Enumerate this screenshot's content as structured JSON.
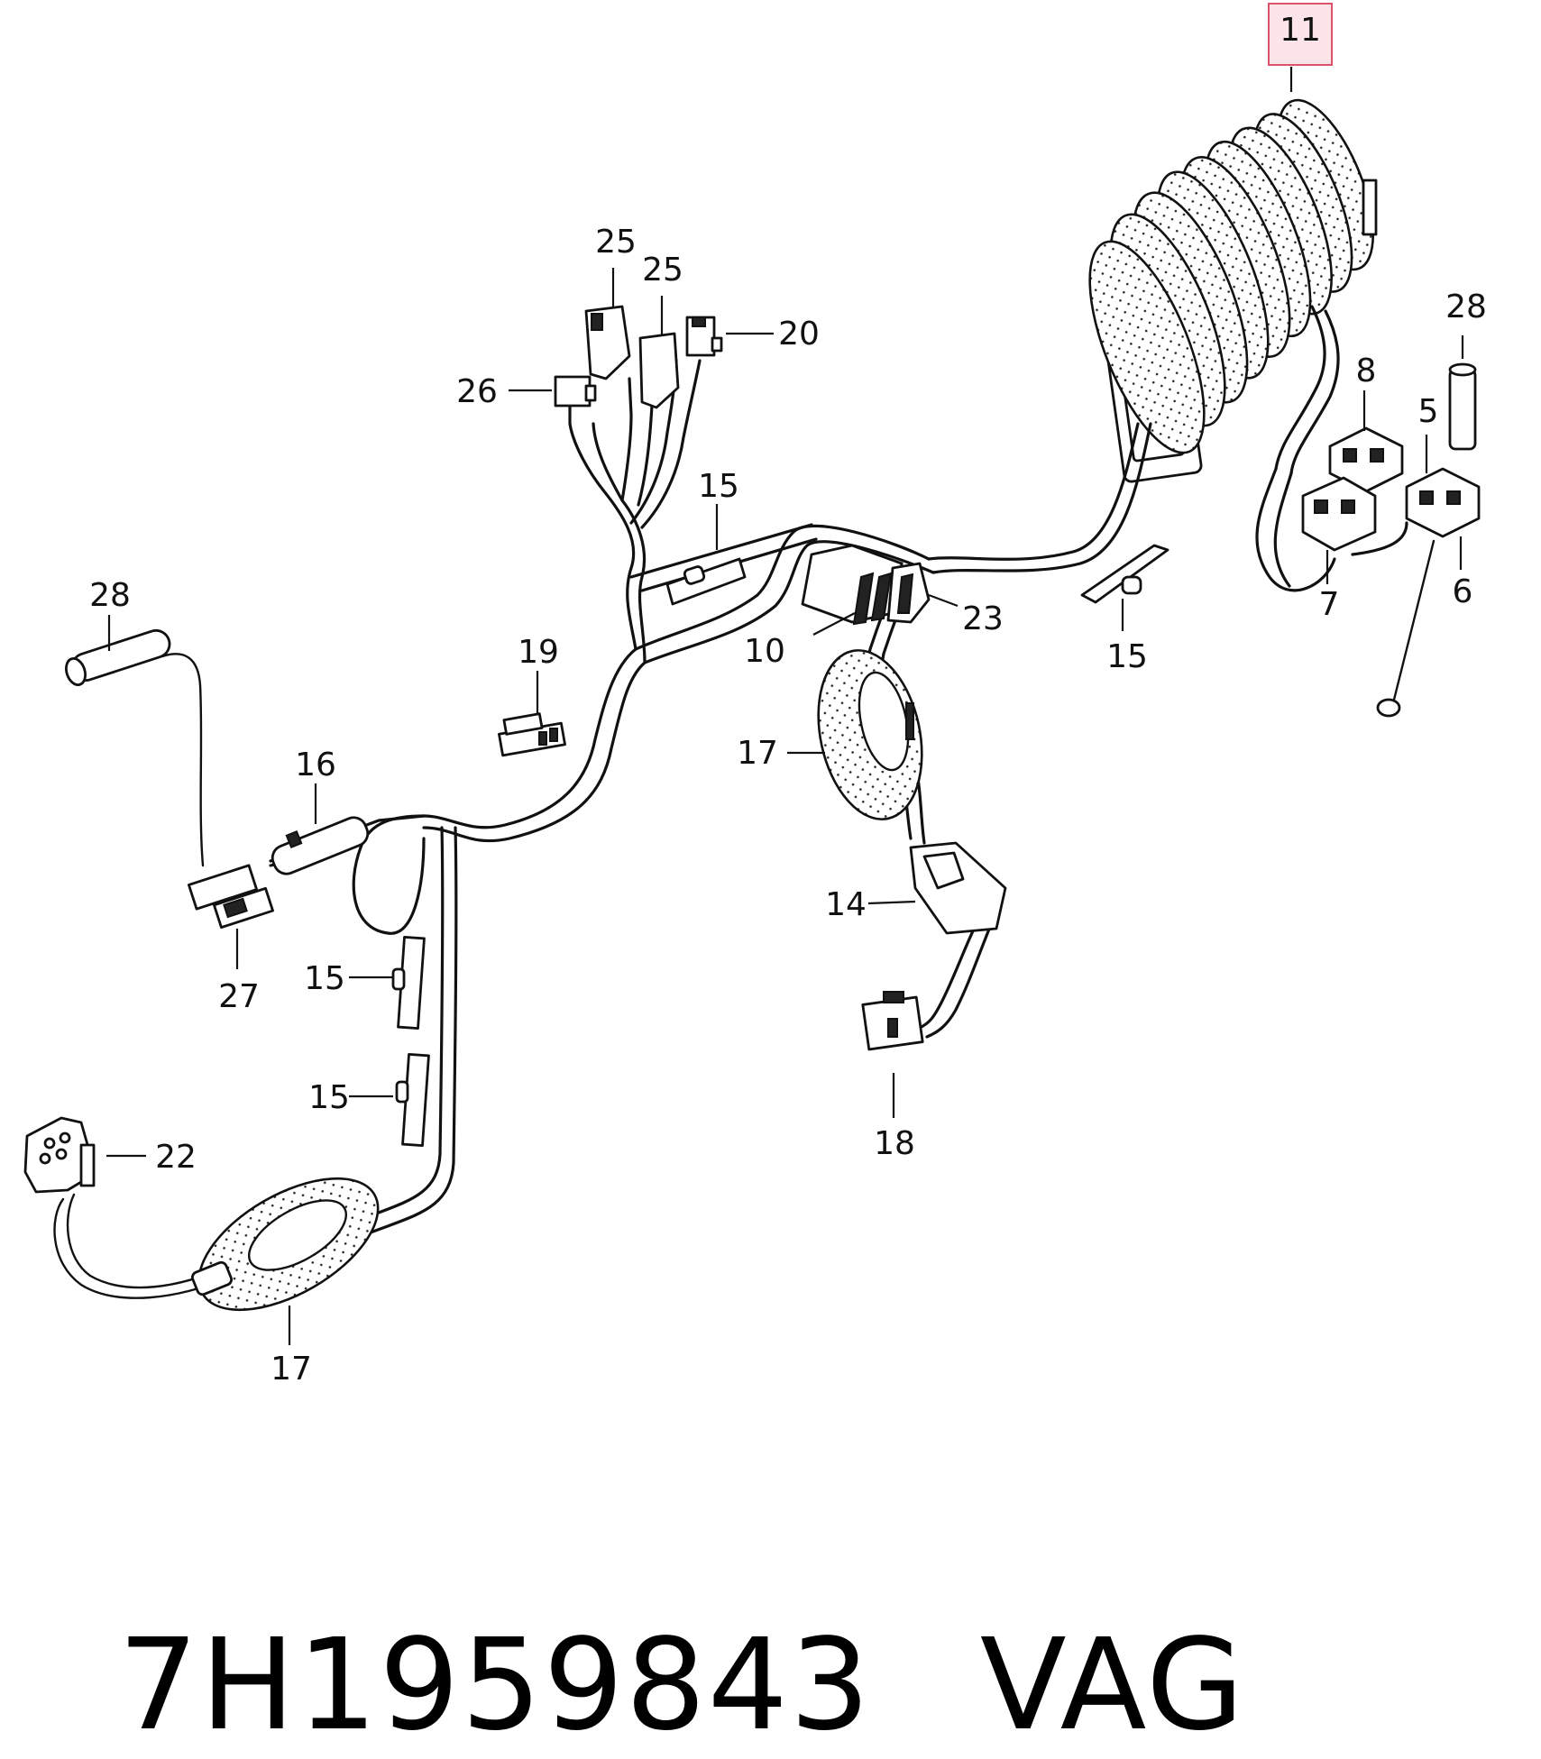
{
  "callouts": {
    "c11": "11",
    "c28a": "28",
    "c28b": "28",
    "c8": "8",
    "c5": "5",
    "c7": "7",
    "c6": "6",
    "c25a": "25",
    "c25b": "25",
    "c20": "20",
    "c26": "26",
    "c15a": "15",
    "c15b": "15",
    "c15c": "15",
    "c15d": "15",
    "c19": "19",
    "c16": "16",
    "c27": "27",
    "c10": "10",
    "c23": "23",
    "c17a": "17",
    "c17b": "17",
    "c14": "14",
    "c18": "18",
    "c22": "22"
  },
  "highlighted_callout": "11",
  "colors": {
    "highlight_fill": "#fde4e8",
    "highlight_stroke": "#d9536b",
    "line": "#111111"
  },
  "caption": {
    "part_number": "7H1959843",
    "brand": "VAG"
  }
}
